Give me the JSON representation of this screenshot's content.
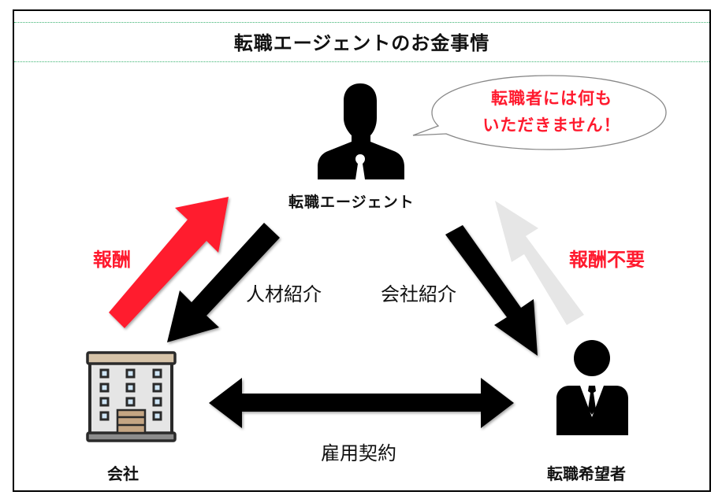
{
  "title": "転職エージェントのお金事情",
  "nodes": {
    "agent": {
      "label": "転職エージェント",
      "icon": "agent-silhouette-icon"
    },
    "company": {
      "label": "会社",
      "icon": "office-building-icon"
    },
    "job_seeker": {
      "label": "転職希望者",
      "icon": "businessman-icon"
    }
  },
  "speech_bubble": {
    "line1": "転職者には何も",
    "line2": "いただきません！"
  },
  "edges": {
    "company_to_agent": {
      "label": "報酬",
      "color": "#ff1a2e"
    },
    "agent_to_company": {
      "label": "人材紹介",
      "color": "#000000"
    },
    "agent_to_seeker": {
      "label": "会社紹介",
      "color": "#000000"
    },
    "seeker_to_agent": {
      "label": "報酬不要",
      "color": "#e6e6e6"
    },
    "company_seeker": {
      "label": "雇用契約",
      "color": "#000000"
    }
  },
  "colors": {
    "accent_red": "#ff1a2e",
    "divider_green": "#3cb371",
    "frame": "#000000"
  }
}
